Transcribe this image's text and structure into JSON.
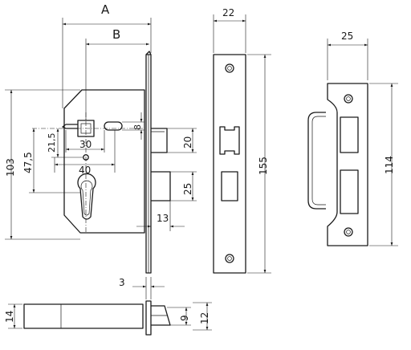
{
  "labels": {
    "A": "A",
    "B": "B"
  },
  "dimensions": {
    "d8": "8",
    "d30": "30",
    "d40": "40",
    "d21_5": "21,5",
    "d47_5": "47,5",
    "d103": "103",
    "d20": "20",
    "d25_latch": "25",
    "d13": "13",
    "d22": "22",
    "d155": "155",
    "d25_keep": "25",
    "d114": "114",
    "d3": "3",
    "d14": "14",
    "d9": "9",
    "d12": "12"
  }
}
